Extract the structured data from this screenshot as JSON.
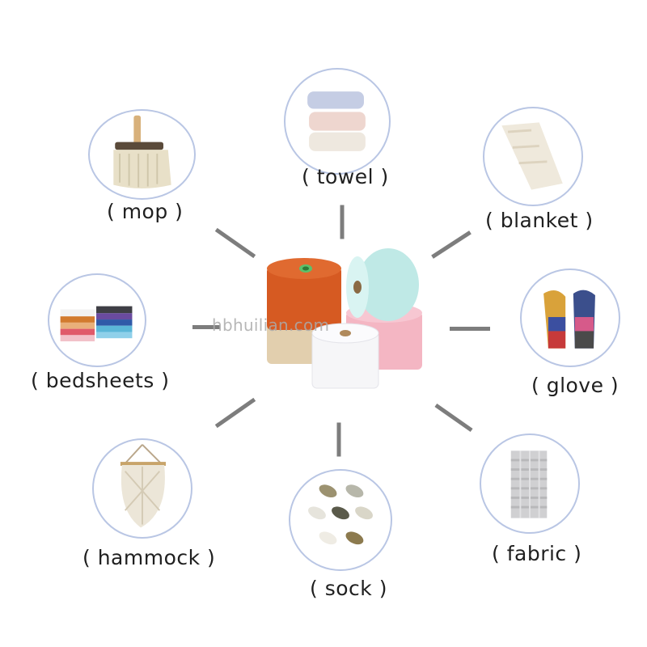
{
  "watermark": "hbhuilian.com",
  "items": {
    "towel": "( towel )",
    "mop": "( mop )",
    "blanket": "( blanket )",
    "bedsheets": "( bedsheets )",
    "glove": "( glove )",
    "hammock": "( hammock )",
    "fabric": "( fabric )",
    "sock": "( sock )"
  },
  "colors": {
    "circle_border": "#b9c6e4",
    "spoke": "#7d7d7d",
    "yarn_orange": "#d65a22",
    "yarn_mint": "#bfe9e6",
    "yarn_pink": "#f4b6c3",
    "yarn_beige": "#e2cfae",
    "yarn_white": "#f6f6f8"
  }
}
